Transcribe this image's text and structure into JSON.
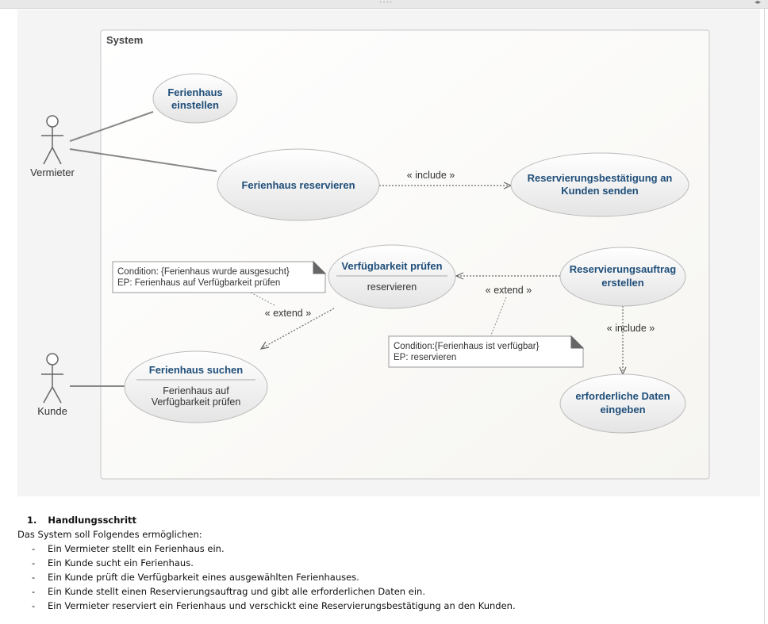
{
  "diagram": {
    "system_label": "System",
    "actors": [
      {
        "id": "vermieter",
        "label": "Vermieter"
      },
      {
        "id": "kunde",
        "label": "Kunde"
      }
    ],
    "use_cases": [
      {
        "id": "einstellen",
        "lines": [
          "Ferienhaus",
          "einstellen"
        ]
      },
      {
        "id": "reservieren",
        "lines": [
          "Ferienhaus reservieren"
        ]
      },
      {
        "id": "bestaetigung",
        "lines": [
          "Reservierungsbestätigung an",
          "Kunden senden"
        ]
      },
      {
        "id": "verfuegbarkeit",
        "title": "Verfügbarkeit prüfen",
        "extension_point": "reservieren"
      },
      {
        "id": "auftrag",
        "lines": [
          "Reservierungsauftrag",
          "erstellen"
        ]
      },
      {
        "id": "suchen",
        "title": "Ferienhaus suchen",
        "extension_point_lines": [
          "Ferienhaus auf",
          "Verfügbarkeit prüfen"
        ]
      },
      {
        "id": "daten",
        "lines": [
          "erforderliche Daten",
          "eingeben"
        ]
      }
    ],
    "relations": {
      "include_1": "« include »",
      "extend_1": "« extend »",
      "extend_2": "« extend »",
      "include_2": "« include »"
    },
    "notes": [
      {
        "id": "note1",
        "lines": [
          "Condition: {Ferienhaus wurde ausgesucht}",
          "EP: Ferienhaus auf Verfügbarkeit prüfen"
        ]
      },
      {
        "id": "note2",
        "lines": [
          "Condition:{Ferienhaus ist verfügbar}",
          "EP: reservieren"
        ]
      }
    ]
  },
  "text": {
    "heading_number": "1.",
    "heading": "Handlungsschritt",
    "intro": "Das System soll Folgendes ermöglichen:",
    "items": [
      "Ein Vermieter stellt ein Ferienhaus ein.",
      "Ein Kunde sucht ein Ferienhaus.",
      "Ein Kunde prüft die Verfügbarkeit eines ausgewählten Ferienhauses.",
      "Ein Kunde stellt einen Reservierungsauftrag und gibt alle erforderlichen Daten ein.",
      "Ein Vermieter reserviert ein Ferienhaus und verschickt eine Reservierungsbestätigung an den Kunden."
    ]
  },
  "colors": {
    "usecase_title": "#1f4e79",
    "usecase_fill_light": "#ffffff",
    "usecase_fill_dark": "#e6e6e6",
    "canvas": "#f4f4f4"
  }
}
